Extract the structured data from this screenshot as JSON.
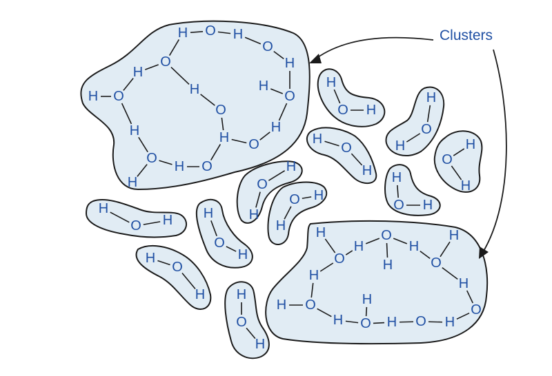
{
  "callout": {
    "label": "Clusters"
  },
  "atoms": {
    "oxygen": "O",
    "hydrogen": "H"
  },
  "colors": {
    "blob_fill": "#e1ecf4",
    "text": "#1f4fa3",
    "outline": "#1a1a1a"
  }
}
